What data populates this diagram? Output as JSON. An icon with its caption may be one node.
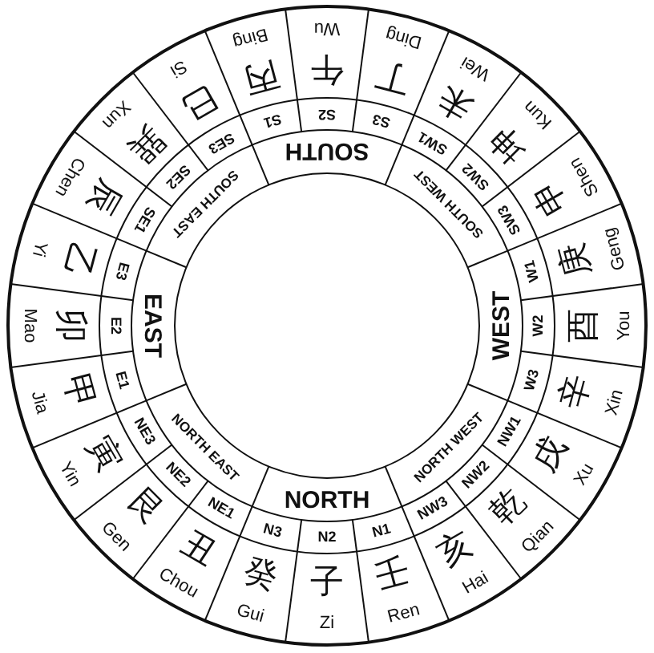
{
  "diagram": {
    "labels": [
      "Wu",
      "午",
      "S2",
      "Ding",
      "丁",
      "S3",
      "Wei",
      "未",
      "SW1",
      "Kun",
      "坤",
      "SW2",
      "Shen",
      "申",
      "SW3",
      "Geng",
      "庚",
      "W1",
      "You",
      "酉",
      "W2",
      "Xin",
      "辛",
      "W3",
      "Xu",
      "戌",
      "NW1",
      "Qian",
      "乾",
      "NW2",
      "Hai",
      "亥",
      "NW3",
      "Ren",
      "壬",
      "N1",
      "Zi",
      "子",
      "N2",
      "Gui",
      "癸",
      "N3",
      "Chou",
      "丑",
      "NE1",
      "Gen",
      "艮",
      "NE2",
      "Yin",
      "寅",
      "NE3",
      "Jia",
      "甲",
      "E1",
      "Mao",
      "卯",
      "E2",
      "Yi",
      "乙",
      "E3",
      "Chen",
      "辰",
      "SE1",
      "Xun",
      "巽",
      "SE2",
      "Si",
      "巳",
      "SE3",
      "Bing",
      "丙",
      "S1",
      "SOUTH",
      "SOUTH WEST",
      "WEST",
      "NORTH WEST",
      "NORTH",
      "NORTH EAST",
      "EAST",
      "SOUTH EAST"
    ]
  }
}
